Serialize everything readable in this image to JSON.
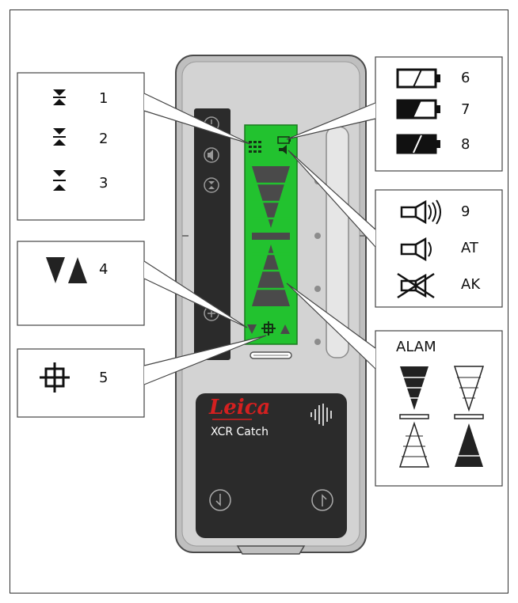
{
  "device": {
    "brand": "Leica",
    "model": "XCR Catch",
    "colors": {
      "display": "#22c22f",
      "body": "#c9c9c9",
      "dark_panel": "#2b2b2b",
      "logo_red": "#d42020"
    }
  },
  "callouts": {
    "accuracy_fine": "1",
    "accuracy_medium": "2",
    "accuracy_coarse": "3",
    "direction_arrows": "4",
    "on_grade": "5",
    "battery_full": "6",
    "battery_half": "7",
    "battery_low": "8",
    "volume_loud": "9",
    "volume_quiet": "AT",
    "volume_mute": "AK",
    "alarm": "ALAM"
  },
  "icons": [
    "accuracy-fine-icon",
    "accuracy-medium-icon",
    "accuracy-coarse-icon",
    "direction-arrows-icon",
    "on-grade-icon",
    "battery-full-icon",
    "battery-half-icon",
    "battery-low-icon",
    "speaker-loud-icon",
    "speaker-quiet-icon",
    "speaker-mute-icon",
    "power-button-icon",
    "volume-button-icon",
    "accuracy-button-icon",
    "on-grade-button-icon",
    "clamp-left-icon",
    "clamp-right-icon"
  ]
}
